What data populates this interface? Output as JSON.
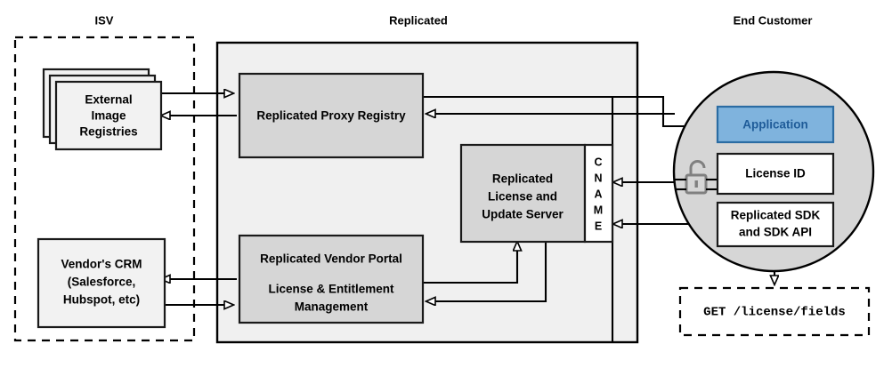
{
  "diagram": {
    "title_zones": [
      {
        "id": "isv",
        "label": "ISV"
      },
      {
        "id": "replicated",
        "label": "Replicated"
      },
      {
        "id": "end_customer",
        "label": "End Customer"
      }
    ],
    "isv": {
      "zone_label": "ISV",
      "nodes": [
        {
          "id": "external-image-registries",
          "lines": [
            "External",
            "Image",
            "Registries"
          ],
          "style": "stacked-light"
        },
        {
          "id": "vendor-crm",
          "lines": [
            "Vendor's CRM",
            "(Salesforce,",
            "Hubspot, etc)"
          ],
          "style": "light"
        }
      ]
    },
    "replicated": {
      "zone_label": "Replicated",
      "nodes": [
        {
          "id": "replicated-proxy-registry",
          "lines": [
            "Replicated Proxy Registry"
          ],
          "style": "gray"
        },
        {
          "id": "replicated-license-update-server",
          "lines": [
            "Replicated",
            "License and",
            "Update Server"
          ],
          "style": "gray"
        },
        {
          "id": "cname",
          "letters": [
            "C",
            "N",
            "A",
            "M",
            "E"
          ],
          "style": "white-vertical"
        },
        {
          "id": "replicated-vendor-portal",
          "lines": [
            "Replicated Vendor Portal",
            "License & Entitlement",
            "Management"
          ],
          "style": "gray"
        }
      ]
    },
    "end_customer": {
      "zone_label": "End Customer",
      "nodes": [
        {
          "id": "application",
          "lines": [
            "Application"
          ],
          "style": "blue"
        },
        {
          "id": "license-id",
          "lines": [
            "License ID"
          ],
          "style": "white"
        },
        {
          "id": "replicated-sdk",
          "lines": [
            "Replicated SDK",
            "and SDK API"
          ],
          "style": "white"
        }
      ],
      "icon": "unlocked-padlock-icon"
    },
    "api_call": {
      "id": "get-license-fields",
      "label": "GET /license/fields",
      "style": "dashed-mono"
    },
    "colors": {
      "zone_fill": "#f0f0f0",
      "node_gray": "#d6d6d6",
      "node_light": "#f2f2f2",
      "node_white": "#ffffff",
      "accent_blue_fill": "#7fb3dd",
      "accent_blue_stroke": "#2b6ca3",
      "accent_blue_text": "#1f5c99",
      "circle_fill": "#d6d6d6",
      "lock_gray": "#808080",
      "line": "#000000"
    }
  }
}
